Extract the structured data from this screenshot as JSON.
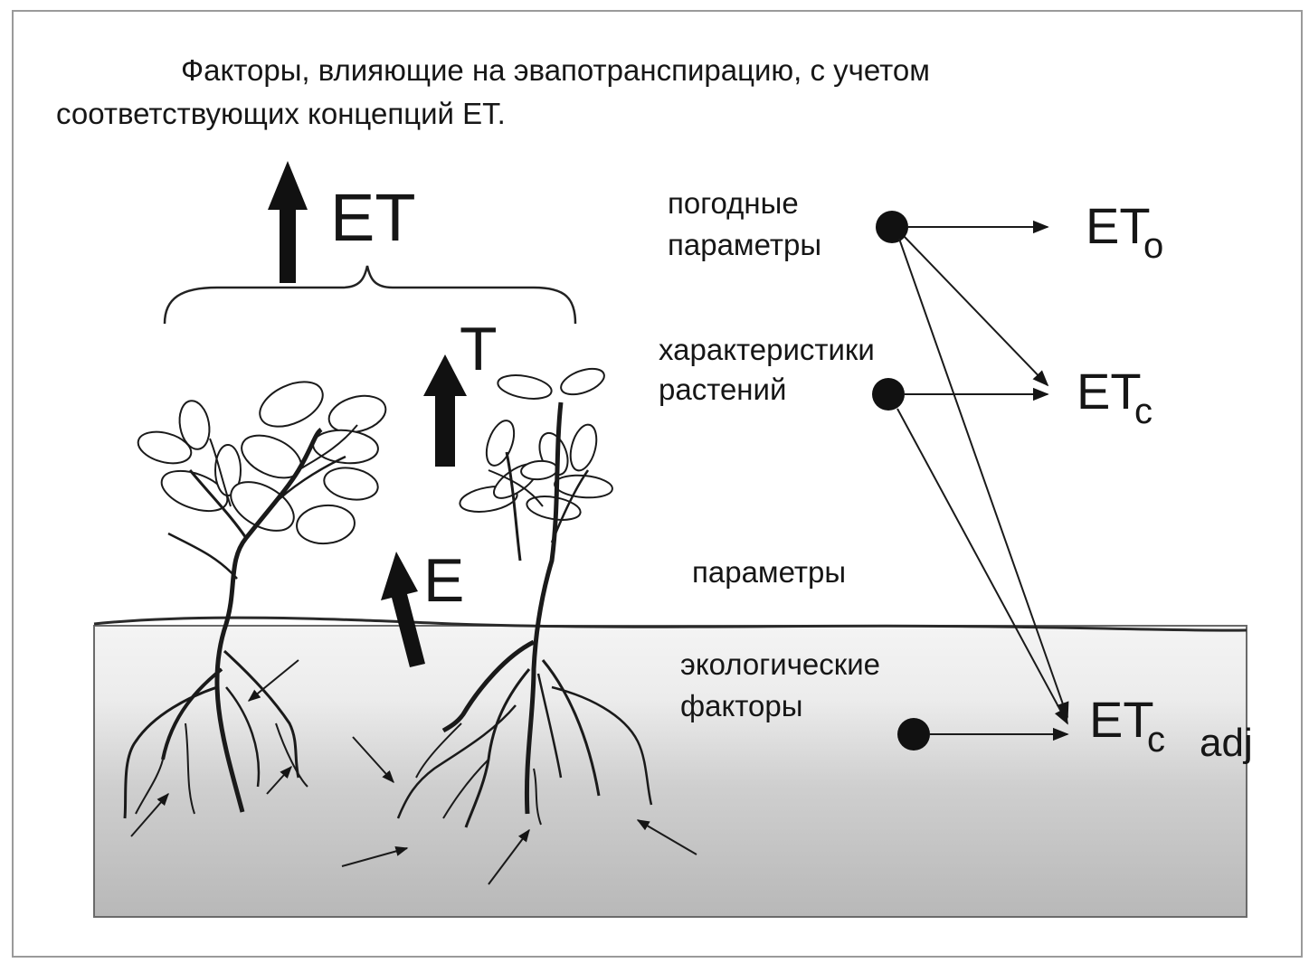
{
  "title": {
    "line1": "Факторы, влияющие на эвапотранспирацию, с учетом",
    "line2": "соответствующих концепций ET."
  },
  "fluxes": {
    "et": "ET",
    "t": "T",
    "e": "E"
  },
  "factors": {
    "weather_line1": "погодные",
    "weather_line2": "параметры",
    "crop_line1": "характеристики",
    "crop_line2": "растений",
    "management": "параметры",
    "env_line1": "экологические",
    "env_line2": "факторы"
  },
  "outputs": {
    "eto_main": "ET",
    "eto_sub": "o",
    "etc_main": "ET",
    "etc_sub": "c",
    "etcadj_main": "ET",
    "etcadj_sub": "c",
    "etcadj_suffix": "adj"
  },
  "colors": {
    "ink": "#151515",
    "soil_top": "#f2f2f2",
    "soil_bottom": "#b9b9b9",
    "frame": "#8a8a8a"
  }
}
